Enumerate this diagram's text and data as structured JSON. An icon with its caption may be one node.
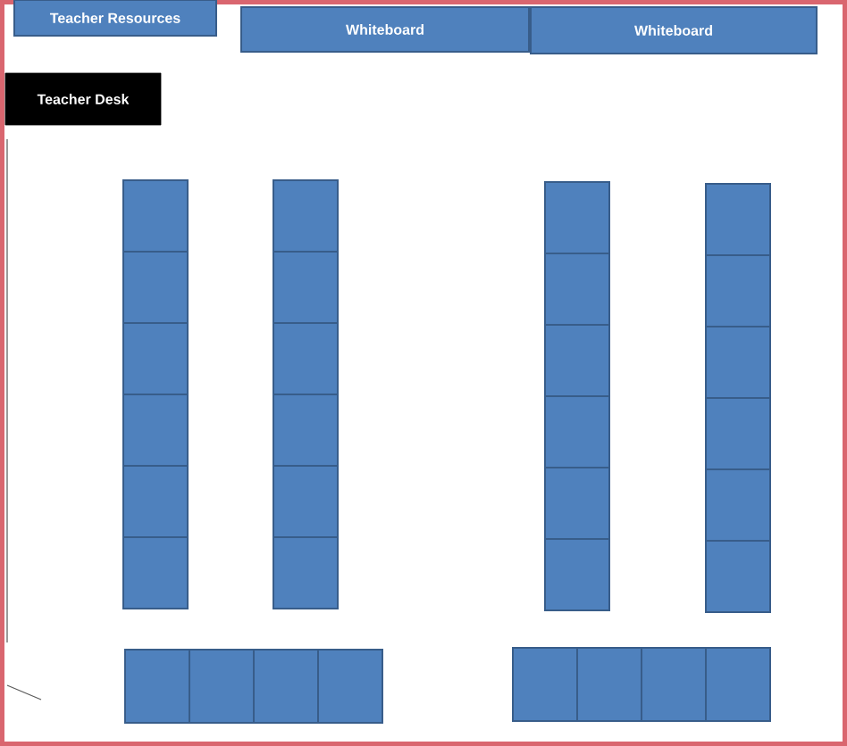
{
  "diagram": {
    "nodes": [
      {
        "text": [
          "Teacher Resources"
        ]
      },
      {
        "text": [
          "Whiteboard"
        ]
      },
      {
        "text": [
          "Whiteboard"
        ]
      },
      {
        "text": [
          "Teacher Desk"
        ]
      },
      {
        "text": [],
        "shape": "box"
      },
      {
        "text": [],
        "shape": "box"
      },
      {
        "text": [],
        "shape": "box"
      },
      {
        "text": [],
        "shape": "box"
      },
      {
        "text": [],
        "shape": "box"
      },
      {
        "text": [],
        "shape": "box"
      },
      {
        "text": [],
        "shape": "box"
      },
      {
        "text": [],
        "shape": "box"
      },
      {
        "text": [],
        "shape": "box"
      },
      {
        "text": [],
        "shape": "box"
      },
      {
        "text": [],
        "shape": "box"
      },
      {
        "text": [],
        "shape": "box"
      },
      {
        "text": [],
        "shape": "box"
      },
      {
        "text": [],
        "shape": "box"
      },
      {
        "text": [],
        "shape": "box"
      },
      {
        "text": [],
        "shape": "box"
      },
      {
        "text": [],
        "shape": "box"
      },
      {
        "text": [],
        "shape": "box"
      },
      {
        "text": [],
        "shape": "box"
      },
      {
        "text": [],
        "shape": "box"
      },
      {
        "text": [],
        "shape": "box"
      },
      {
        "text": [],
        "shape": "box"
      },
      {
        "text": [],
        "shape": "box"
      },
      {
        "text": [],
        "shape": "box"
      },
      {
        "text": [],
        "shape": "box"
      },
      {
        "text": [],
        "shape": "box"
      },
      {
        "text": [],
        "shape": "box"
      },
      {
        "text": [],
        "shape": "box"
      },
      {
        "text": [],
        "shape": "box"
      },
      {
        "text": [],
        "shape": "box"
      },
      {
        "text": [],
        "shape": "box"
      },
      {
        "text": [],
        "shape": "box"
      }
    ]
  }
}
